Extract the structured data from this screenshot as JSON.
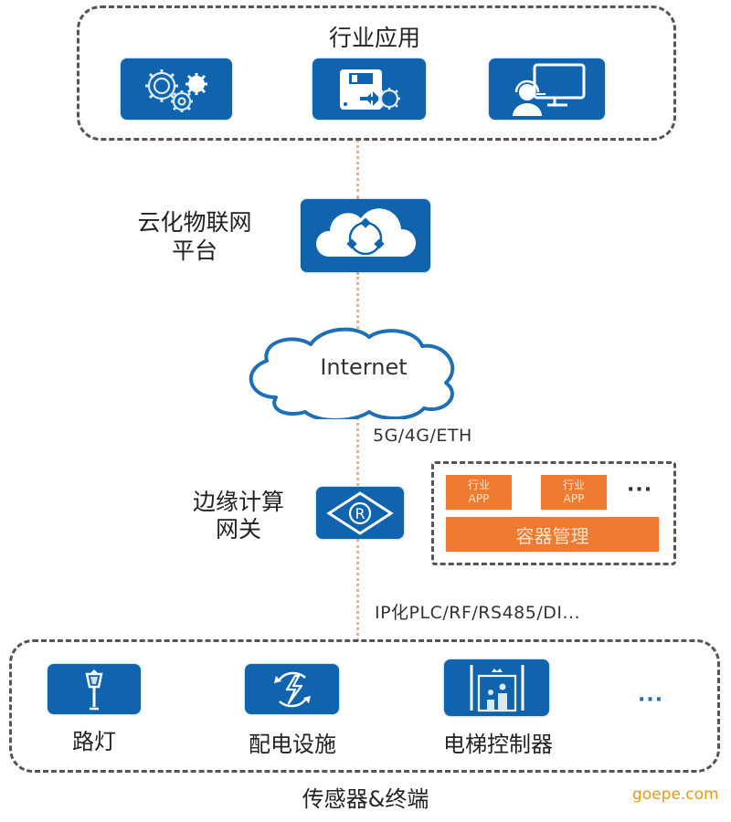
{
  "colors": {
    "tile_blue": "#0f64ad",
    "orange": "#ee7b2f",
    "connector": "#e9b48f",
    "cloud_outline": "#1f6fb5",
    "watermark": "#e09a1a"
  },
  "industry_apps": {
    "title": "行业应用",
    "icons": [
      "gears-icon",
      "device-config-icon",
      "customer-service-monitor-icon"
    ]
  },
  "iot_platform": {
    "label_line1": "云化物联网",
    "label_line2": "平台",
    "icon": "cloud-network-icon"
  },
  "internet": {
    "label": "Internet"
  },
  "uplink": {
    "label": "5G/4G/ETH"
  },
  "edge_gateway": {
    "label_line1": "边缘计算",
    "label_line2": "网关",
    "icon": "router-icon",
    "container": {
      "apps": [
        {
          "line1": "行业",
          "line2": "APP"
        },
        {
          "line1": "行业",
          "line2": "APP"
        }
      ],
      "more": "···",
      "manager": "容器管理"
    }
  },
  "downlink": {
    "label": "IP化PLC/RF/RS485/DI..."
  },
  "terminals": {
    "title": "传感器&终端",
    "items": [
      {
        "label": "路灯",
        "icon": "street-lamp-icon"
      },
      {
        "label": "配电设施",
        "icon": "power-cycle-icon"
      },
      {
        "label": "电梯控制器",
        "icon": "elevator-icon"
      }
    ],
    "more": "···"
  },
  "watermark": "goepe.com"
}
